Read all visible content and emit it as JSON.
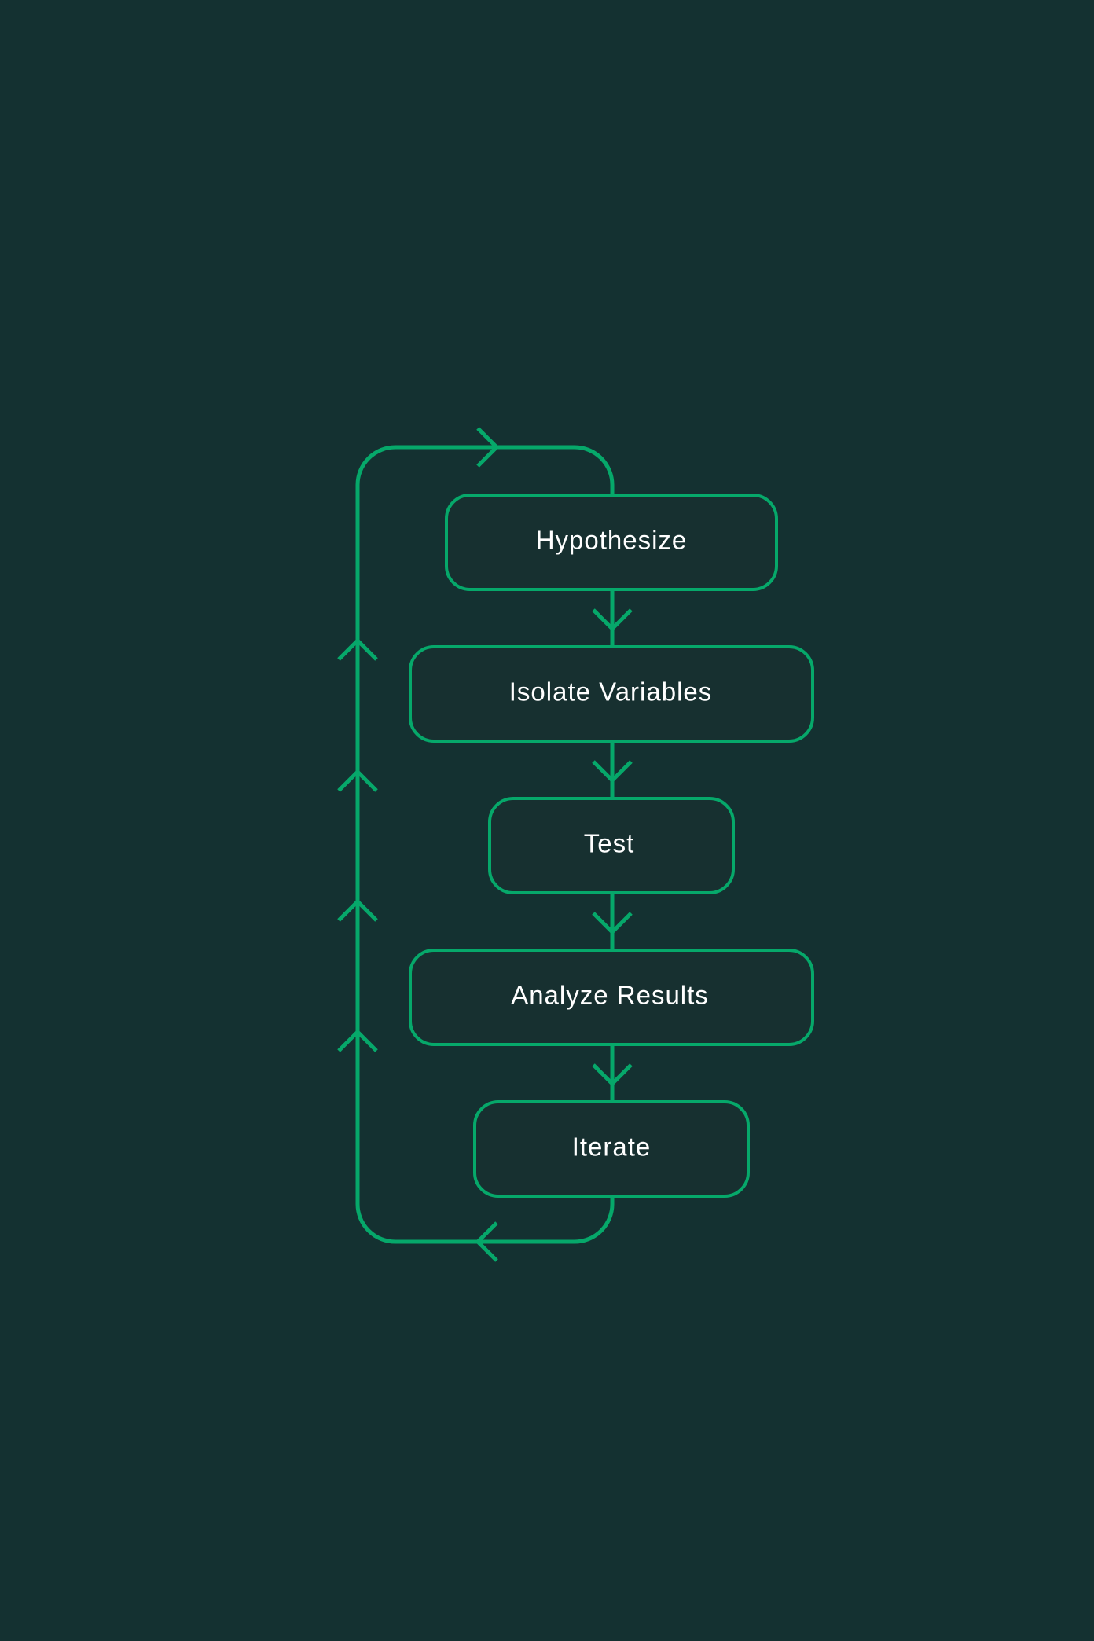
{
  "diagram": {
    "steps": [
      {
        "id": "hypothesize",
        "label": "Hypothesize"
      },
      {
        "id": "isolate-variables",
        "label": "Isolate Variables"
      },
      {
        "id": "test",
        "label": "Test"
      },
      {
        "id": "analyze-results",
        "label": "Analyze Results"
      },
      {
        "id": "iterate",
        "label": "Iterate"
      }
    ],
    "loop": "Iterate returns to Hypothesize",
    "colors": {
      "background": "#143131",
      "node_fill": "#173030",
      "stroke": "#06a86a",
      "text": "#ffffff"
    }
  }
}
